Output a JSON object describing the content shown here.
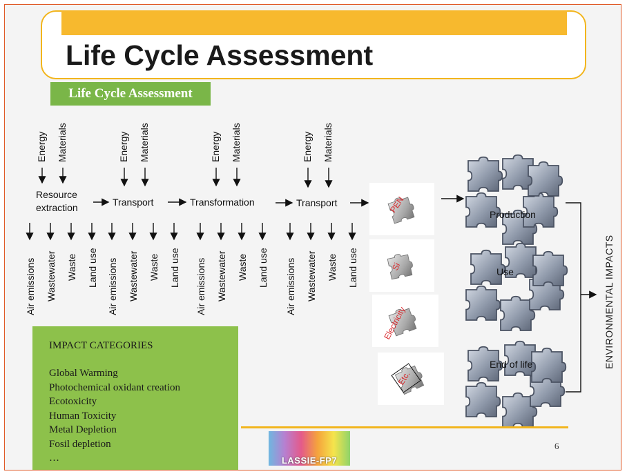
{
  "slide": {
    "title": "Life Cycle Assessment",
    "subtitle": "Life Cycle Assessment",
    "page_number": "6",
    "logo_text": "LASSIE-FP7"
  },
  "inputs": {
    "energy": "Energy",
    "materials": "Materials"
  },
  "stages": {
    "resource_line1": "Resource",
    "resource_line2": "extraction",
    "transport1": "Transport",
    "transformation": "Transformation",
    "transport2": "Transport"
  },
  "outputs": {
    "air": "Air emissions",
    "wastewater": "Wastewater",
    "waste": "Waste",
    "land": "Land use"
  },
  "components": {
    "pen": "PEN",
    "si": "Si",
    "electricity": "Electricity",
    "etc": "Etc."
  },
  "phases": {
    "production": "Production",
    "use": "Use",
    "end_of_life": "End of life"
  },
  "environmental_impacts": "ENVIRONMENTAL IMPACTS",
  "impact_categories": {
    "heading": "IMPACT CATEGORIES",
    "items": [
      "Global Warming",
      "Photochemical oxidant creation",
      "Ecotoxicity",
      "Human Toxicity",
      "Metal Depletion",
      "Fosil depletion",
      "…"
    ]
  },
  "colors": {
    "accent_orange": "#f2b51d",
    "green": "#7ab648",
    "impact_green": "#8dc14b",
    "red_text": "#d8282c"
  }
}
